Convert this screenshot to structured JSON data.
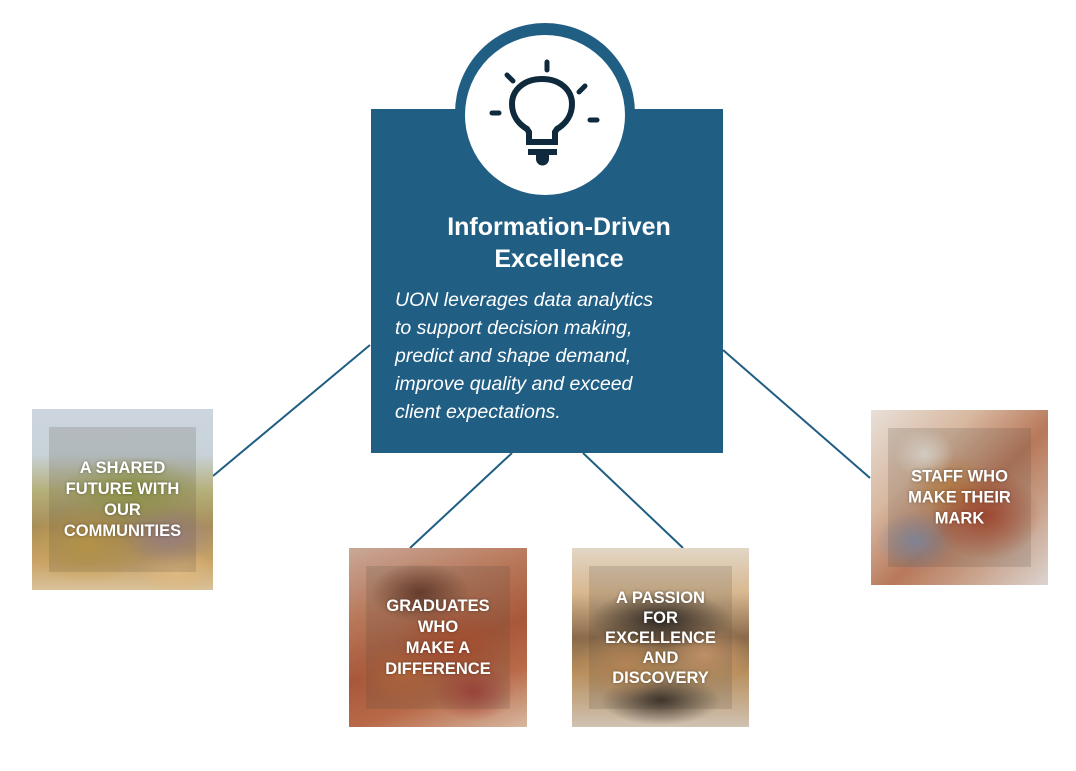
{
  "diagram": {
    "central": {
      "icon": "lightbulb-icon",
      "title_line1": "Information-Driven",
      "title_line2": "Excellence",
      "description_lines": [
        "UON leverages data analytics",
        "to support decision making,",
        "predict and shape demand,",
        "improve quality and exceed",
        "client expectations."
      ]
    },
    "pillars": [
      {
        "label_lines": [
          "A SHARED",
          "FUTURE WITH",
          "OUR",
          "COMMUNITIES"
        ]
      },
      {
        "label_lines": [
          "GRADUATES",
          "WHO",
          "MAKE A",
          "DIFFERENCE"
        ]
      },
      {
        "label_lines": [
          "A PASSION",
          "FOR",
          "EXCELLENCE",
          "AND",
          "DISCOVERY"
        ]
      },
      {
        "label_lines": [
          "STAFF WHO",
          "MAKE THEIR",
          "MARK"
        ]
      }
    ],
    "colors": {
      "primary": "#215e84",
      "icon_stroke": "#0f2a3c",
      "text_on_primary": "#ffffff",
      "connector": "#1f5e82"
    }
  }
}
